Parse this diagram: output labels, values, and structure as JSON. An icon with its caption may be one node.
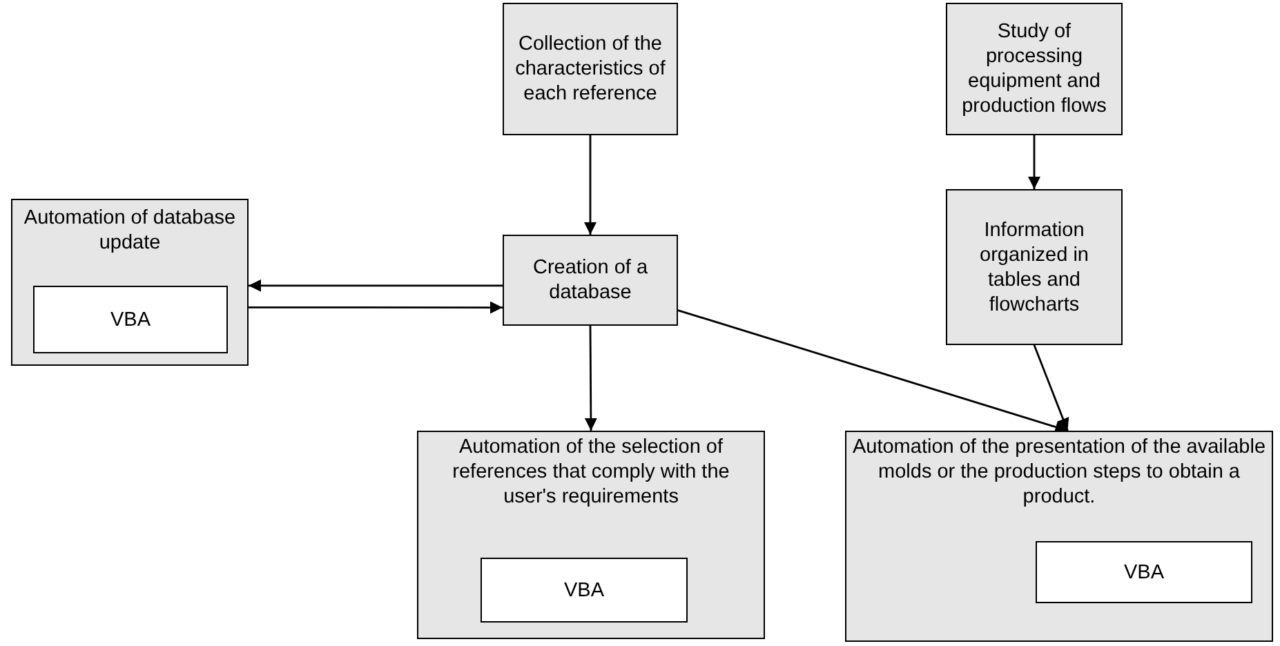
{
  "diagram": {
    "nodes": [
      {
        "text": [
          "Collection of the characteristics of each reference"
        ]
      },
      {
        "text": [
          "Study of processing equipment and production flows"
        ]
      },
      {
        "text": [
          "Automation of database update"
        ]
      },
      {
        "text": [
          "VBA"
        ],
        "in": 2
      },
      {
        "text": [
          "Creation of a database"
        ]
      },
      {
        "text": [
          "Information organized in tables and flowcharts"
        ]
      },
      {
        "text": [
          "Automation of the selection of references that comply with the user's requirements"
        ]
      },
      {
        "text": [
          "VBA"
        ],
        "in": 6
      },
      {
        "text": [
          "Automation of the presentation of the available molds or the production steps to obtain a product."
        ]
      },
      {
        "text": [
          "VBA"
        ],
        "in": 8
      }
    ],
    "edges": [
      {
        "from": 0,
        "to": 4,
        "arrow": "to"
      },
      {
        "from": 1,
        "to": 5,
        "arrow": "to"
      },
      {
        "from": 4,
        "to": 2,
        "arrow": "to"
      },
      {
        "from": 2,
        "to": 4,
        "arrow": "to"
      },
      {
        "from": 4,
        "to": 6,
        "arrow": "to"
      },
      {
        "from": 4,
        "to": 8,
        "arrow": "to"
      },
      {
        "from": 5,
        "to": 8,
        "arrow": "to"
      }
    ]
  }
}
